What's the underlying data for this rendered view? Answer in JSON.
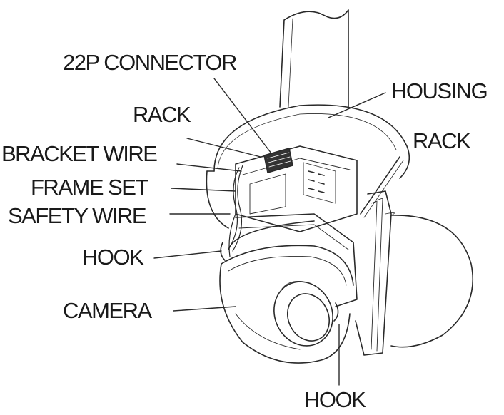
{
  "labels": {
    "connector_22p": "22P CONNECTOR",
    "housing": "HOUSING",
    "rack_left": "RACK",
    "rack_right": "RACK",
    "bracket_wire": "BRACKET WIRE",
    "frame_set": "FRAME SET",
    "safety_wire": "SAFETY WIRE",
    "hook_left": "HOOK",
    "camera": "CAMERA",
    "hook_bottom": "HOOK"
  }
}
